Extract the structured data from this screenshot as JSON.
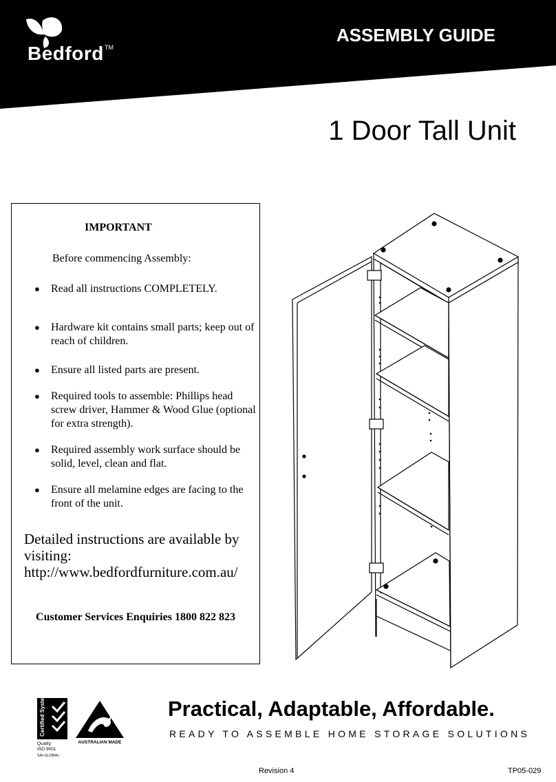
{
  "header": {
    "brand_name": "Bedford",
    "brand_tm": "TM",
    "guide_title": "ASSEMBLY GUIDE",
    "band_color": "#000000"
  },
  "document": {
    "title": "1 Door Tall Unit"
  },
  "notice": {
    "heading": "IMPORTANT",
    "intro": "Before commencing Assembly:",
    "bullets": [
      {
        "text": "Read all instructions COMPLETELY."
      },
      {
        "text": "Hardware kit contains small parts; keep out of reach of children."
      },
      {
        "text": "Ensure all listed parts are present."
      },
      {
        "text": "Required tools to assemble: Phillips head screw driver, Hammer & Wood Glue (optional for extra strength)."
      },
      {
        "text": "Required assembly work surface should be solid, level, clean and flat."
      },
      {
        "text": "Ensure all melamine edges are facing to the front of the unit."
      }
    ],
    "detailed": "Detailed instructions are available by visiting: http://www.bedfordfurniture.com.au/",
    "customer": "Customer Services Enquiries 1800 822 823"
  },
  "footer": {
    "cert": {
      "system": "Certified System",
      "quality": "Quality",
      "iso": "ISO 9001",
      "sai": "SAI GLOBAL"
    },
    "made": "AUSTRALIAN MADE",
    "tagline": "Practical, Adaptable, Affordable.",
    "subtag": "READY TO ASSEMBLE HOME STORAGE SOLUTIONS",
    "revision": "Revision 4",
    "code": "TP05-029"
  },
  "icons": [
    "bedford-butterfly-icon",
    "certified-system-icon",
    "australian-made-kangaroo-icon",
    "cabinet-illustration"
  ]
}
